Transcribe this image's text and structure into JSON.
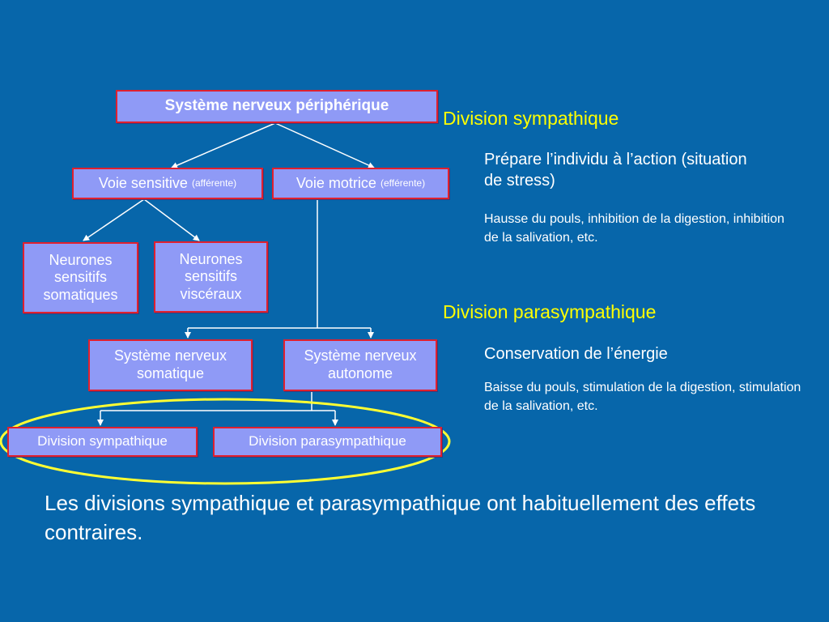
{
  "diagram": {
    "root": "Système nerveux périphérique",
    "afferent": {
      "label": "Voie sensitive",
      "note": "(afférente)"
    },
    "efferent": {
      "label": "Voie motrice",
      "note": "(efférente)"
    },
    "somatic_sensory": "Neurones sensitifs somatiques",
    "visceral_sensory": "Neurones sensitifs viscéraux",
    "somatic_system": "Système nerveux somatique",
    "autonomic_system": "Système nerveux autonome",
    "sympathetic": "Division sympathique",
    "parasympathetic": "Division parasympathique"
  },
  "panel": {
    "sympathetic": {
      "title": "Division sympathique",
      "summary": "Prépare l’individu à l’action (situation de stress)",
      "details": "Hausse du pouls, inhibition de la digestion, inhibition de la salivation, etc."
    },
    "parasympathetic": {
      "title": "Division parasympathique",
      "summary": "Conservation de l’énergie",
      "details": "Baisse du pouls, stimulation de la digestion, stimulation de la salivation, etc."
    }
  },
  "footnote": "Les divisions sympathique et parasympathique ont habituellement des effets contraires.",
  "colors": {
    "background": "#0766AA",
    "box_fill": "#8F9AF6",
    "box_border": "#E0202E",
    "highlight_ellipse": "#FFFF33",
    "heading": "#FFFF00"
  }
}
